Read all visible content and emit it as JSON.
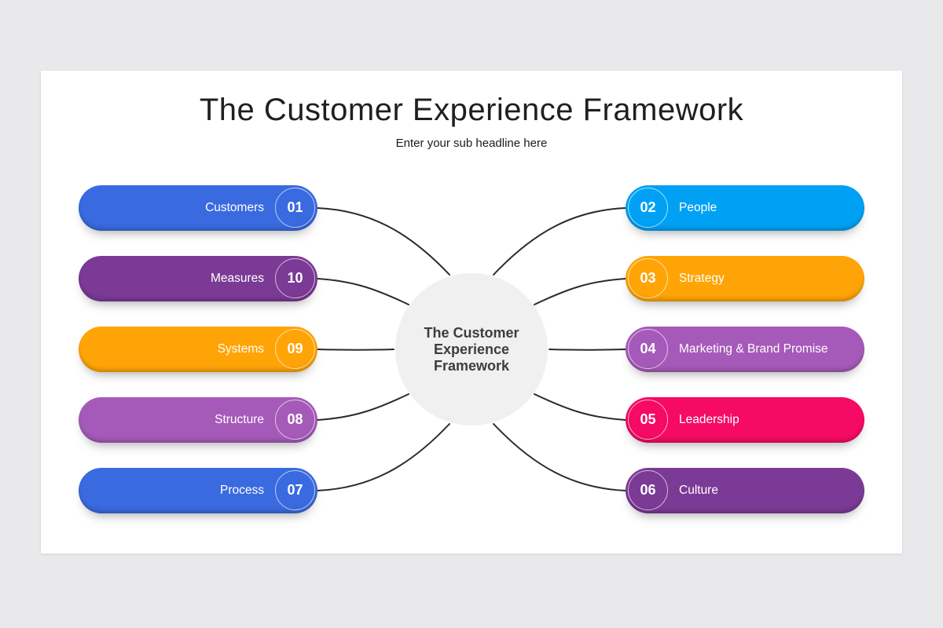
{
  "slide": {
    "title": "The Customer Experience Framework",
    "subtitle": "Enter your sub headline here",
    "background_color": "#e9e8ea",
    "card_color": "#ffffff"
  },
  "center": {
    "label": "The Customer Experience Framework",
    "lines": {
      "0": "The Customer",
      "1": "Experience",
      "2": "Framework"
    },
    "color": "#f1f0f1",
    "text_color": "#3d3d3d"
  },
  "connector_color": "#2b2b2b",
  "items": {
    "left": [
      {
        "number": "01",
        "label": "Customers",
        "color": "#3a6ae0"
      },
      {
        "number": "10",
        "label": "Measures",
        "color": "#7b3a95"
      },
      {
        "number": "09",
        "label": "Systems",
        "color": "#ffa406"
      },
      {
        "number": "08",
        "label": "Structure",
        "color": "#a55ab9"
      },
      {
        "number": "07",
        "label": "Process",
        "color": "#3a6ae0"
      }
    ],
    "right": [
      {
        "number": "02",
        "label": "People",
        "color": "#00a1f4"
      },
      {
        "number": "03",
        "label": "Strategy",
        "color": "#ffa406"
      },
      {
        "number": "04",
        "label": "Marketing & Brand Promise",
        "color": "#a55ab9"
      },
      {
        "number": "05",
        "label": "Leadership",
        "color": "#f50a64"
      },
      {
        "number": "06",
        "label": "Culture",
        "color": "#7b3a95"
      }
    ]
  }
}
